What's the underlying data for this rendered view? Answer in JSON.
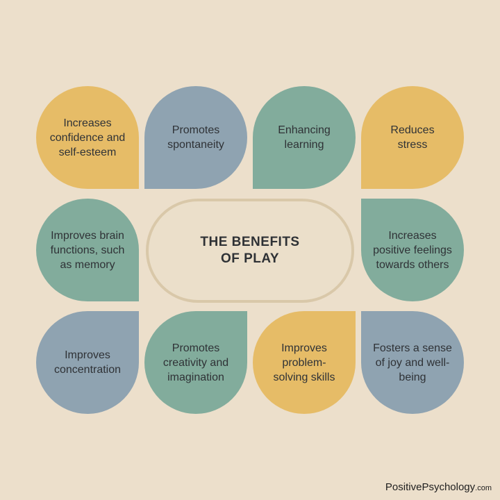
{
  "center": {
    "title": "THE BENEFITS\nOF PLAY"
  },
  "petals": [
    {
      "text": "Increases confidence and self-esteem"
    },
    {
      "text": "Promotes spontaneity"
    },
    {
      "text": "Enhancing learning"
    },
    {
      "text": "Reduces stress"
    },
    {
      "text": "Improves brain functions, such as memory"
    },
    {
      "text": "Increases positive feelings towards others"
    },
    {
      "text": "Improves concentration"
    },
    {
      "text": "Promotes creativity and imagination"
    },
    {
      "text": "Improves problem-solving skills"
    },
    {
      "text": "Fosters a sense of joy and well-being"
    }
  ],
  "colors": {
    "background": "#ECDFCB",
    "yellow": "#E6BC67",
    "blue": "#8FA3B1",
    "green": "#82AC9C",
    "center_border": "#D9C8A9"
  },
  "brand": {
    "name": "PositivePsychology",
    "suffix": ".com"
  }
}
